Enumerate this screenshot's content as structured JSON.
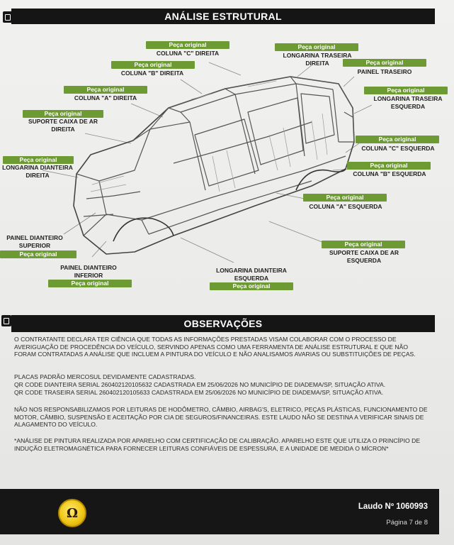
{
  "header": {
    "title": "ANÁLISE ESTRUTURAL"
  },
  "parts": [
    {
      "id": "coluna-c-direita",
      "status": "Peça original",
      "name": "COLUNA \"C\" DIREITA"
    },
    {
      "id": "coluna-b-direita",
      "status": "Peça original",
      "name": "COLUNA \"B\" DIREITA"
    },
    {
      "id": "coluna-a-direita",
      "status": "Peça original",
      "name": "COLUNA \"A\" DIREITA"
    },
    {
      "id": "suporte-caixa-ar-direita",
      "status": "Peça original",
      "name": "SUPORTE CAIXA DE AR DIREITA"
    },
    {
      "id": "longarina-dianteira-direita",
      "status": "Peça original",
      "name": "LONGARINA DIANTEIRA DIREITA"
    },
    {
      "id": "painel-dianteiro-superior",
      "status": "Peça original",
      "name": "PAINEL DIANTEIRO SUPERIOR"
    },
    {
      "id": "painel-dianteiro-inferior",
      "status": "Peça original",
      "name": "PAINEL DIANTEIRO INFERIOR"
    },
    {
      "id": "longarina-dianteira-esquerda",
      "status": "Peça original",
      "name": "LONGARINA DIANTEIRA ESQUERDA"
    },
    {
      "id": "longarina-traseira-direita",
      "status": "Peça original",
      "name": "LONGARINA TRASEIRA DIREITA"
    },
    {
      "id": "painel-traseiro",
      "status": "Peça original",
      "name": "PAINEL TRASEIRO"
    },
    {
      "id": "longarina-traseira-esquerda",
      "status": "Peça original",
      "name": "LONGARINA TRASEIRA ESQUERDA"
    },
    {
      "id": "coluna-c-esquerda",
      "status": "Peça original",
      "name": "COLUNA \"C\" ESQUERDA"
    },
    {
      "id": "coluna-b-esquerda",
      "status": "Peça original",
      "name": "COLUNA \"B\" ESQUERDA"
    },
    {
      "id": "coluna-a-esquerda",
      "status": "Peça original",
      "name": "COLUNA \"A\" ESQUERDA"
    },
    {
      "id": "suporte-caixa-ar-esquerda",
      "status": "Peça original",
      "name": "SUPORTE CAIXA DE AR ESQUERDA"
    }
  ],
  "observations": {
    "title": "OBSERVAÇÕES",
    "paragraphs": [
      "O CONTRATANTE DECLARA TER CIÊNCIA QUE TODAS AS INFORMAÇÕES PRESTADAS VISAM COLABORAR COM O PROCESSO DE AVERIGUAÇÃO DE PROCEDÊNCIA DO VEÍCULO, SERVINDO APENAS COMO UMA FERRAMENTA DE ANÁLISE ESTRUTURAL E QUE NÃO FORAM CONTRATADAS A ANÁLISE QUE INCLUEM A PINTURA DO VEÍCULO E NÃO ANALISAMOS AVARIAS OU SUBSTITUIÇÕES DE PEÇAS.",
      "PLACAS PADRÃO MERCOSUL DEVIDAMENTE CADASTRADAS.",
      "QR CODE DIANTEIRA SERIAL 260402120105632 CADASTRADA EM 25/06/2026 NO MUNICÍPIO DE DIADEMA/SP, SITUAÇÃO ATIVA.",
      "QR CODE TRASEIRA SERIAL 260402120105633 CADASTRADA EM  25/06/2026 NO MUNICÍPIO DE DIADEMA/SP, SITUAÇÃO ATIVA.",
      " NÃO NOS RESPONSABILIZAMOS POR LEITURAS DE HODÔMETRO, CÂMBIO, AIRBAG'S, ELETRICO, PEÇAS PLÁSTICAS, FUNCIONAMENTO DE MOTOR, CÂMBIO, SUSPENSÃO E ACEITAÇÃO POR CIA DE SEGUROS/FINANCEIRAS. ESTE LAUDO NÃO SE DESTINA A VERIFICAR SINAIS DE ALAGAMENTO DO VEÍCULO.",
      "*ANÁLISE DE PINTURA REALIZADA POR APARELHO COM CERTIFICAÇÃO DE CALIBRAÇÃO. APARELHO ESTE QUE UTILIZA O PRINCÍPIO DE INDUÇÃO ELETROMAGNÉTICA PARA FORNECER LEITURAS CONFIÁVEIS DE ESPESSURA, E A UNIDADE DE MEDIDA O MÍCRON*"
    ]
  },
  "footer": {
    "logo_text": "Ω",
    "laudo": "Laudo Nº 1060993",
    "pagina": "Página 7 de 8"
  },
  "colors": {
    "tag_green": "#6d9a32",
    "bar_black": "#151515"
  },
  "icons": [
    "document-icon",
    "notes-icon",
    "omega-logo-icon"
  ]
}
